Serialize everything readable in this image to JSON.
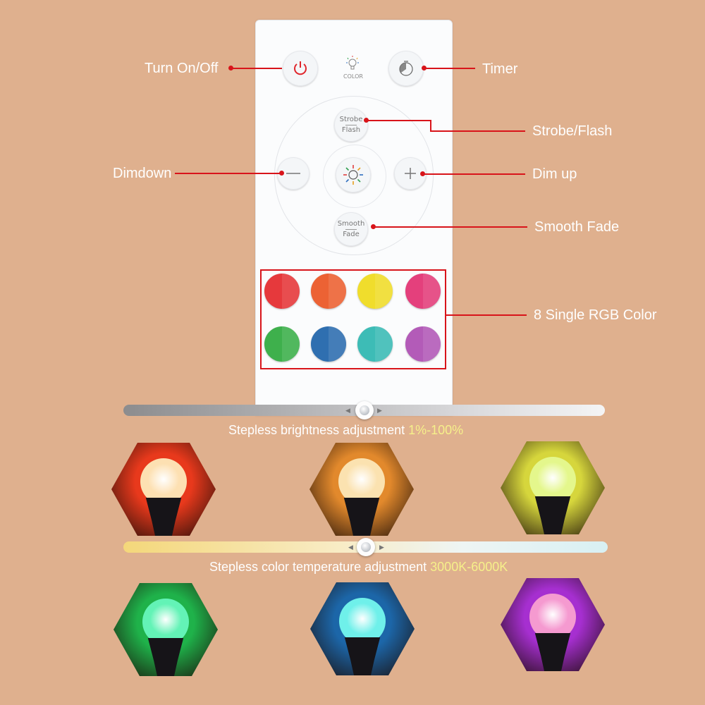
{
  "remote": {
    "color_label": "COLOR",
    "strobe_label": [
      "Strobe",
      "Flash"
    ],
    "smooth_label": [
      "Smooth",
      "Fade"
    ],
    "swatches": [
      "#e6393c",
      "#ec6234",
      "#f0dd2c",
      "#e4407c",
      "#3eb04c",
      "#2f6fb0",
      "#3dbcb6",
      "#b35bb8"
    ]
  },
  "callouts": {
    "turn_onoff": "Turn On/Off",
    "timer": "Timer",
    "strobe_flash": "Strobe/Flash",
    "dimdown": "Dimdown",
    "dim_up": "Dim up",
    "smooth_fade": "Smooth Fade",
    "rgb": "8 Single RGB Color"
  },
  "brightness": {
    "caption": "Stepless brightness adjustment ",
    "range": "1%-100%",
    "level": 0.5
  },
  "temperature": {
    "caption": "Stepless color temperature adjustment ",
    "range": "3000K-6000K",
    "level": 0.5
  },
  "bulbs": [
    {
      "glow": "#e8391c",
      "bulb": "#fde0b2"
    },
    {
      "glow": "#e2892c",
      "bulb": "#fbe2b0"
    },
    {
      "glow": "#d6d63c",
      "bulb": "#e4f78c"
    },
    {
      "glow": "#1fb24a",
      "bulb": "#63f3b6"
    },
    {
      "glow": "#1c66a8",
      "bulb": "#6ff0ea"
    },
    {
      "glow": "#a62fd0",
      "bulb": "#f59ad0"
    }
  ]
}
